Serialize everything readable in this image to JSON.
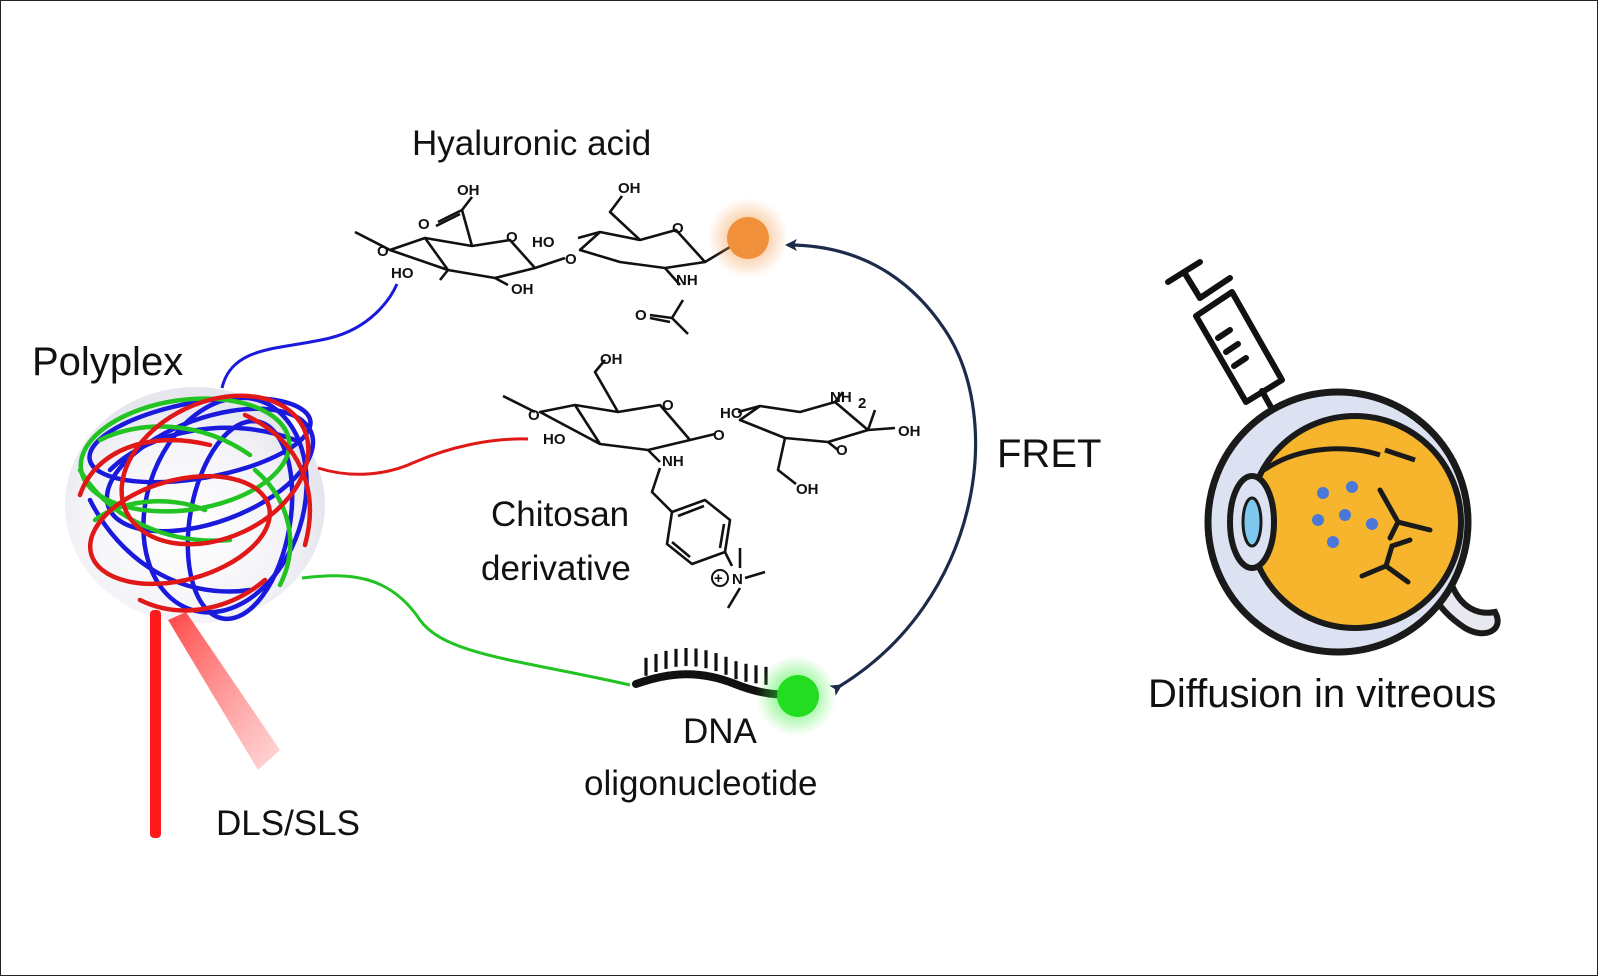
{
  "labels": {
    "polyplex": "Polyplex",
    "hyaluronic_acid": "Hyaluronic acid",
    "chitosan_line1": "Chitosan",
    "chitosan_line2": "derivative",
    "dna_line1": "DNA",
    "dna_line2": "oligonucleotide",
    "fret": "FRET",
    "dls_sls": "DLS/SLS",
    "diffusion": "Diffusion in vitreous"
  },
  "chem_labels": {
    "oh": "OH",
    "ho": "HO",
    "o": "O",
    "nh": "NH",
    "nh2": "NH",
    "nh2_sub": "2",
    "n": "N",
    "plus": "+"
  },
  "colors": {
    "hyaluronic_link": "#1a1adc",
    "chitosan_link": "#e01818",
    "dna_link": "#22c322",
    "donor_dye": "#22dd22",
    "acceptor_dye": "#f0903a",
    "fret_arrow": "#1c2b4a",
    "laser": "#ff1a1a",
    "eye_fill": "#f7b52e",
    "eye_outline": "#1a1a1a",
    "cornea": "#7ec8f0",
    "particles": "#4a78d8"
  }
}
